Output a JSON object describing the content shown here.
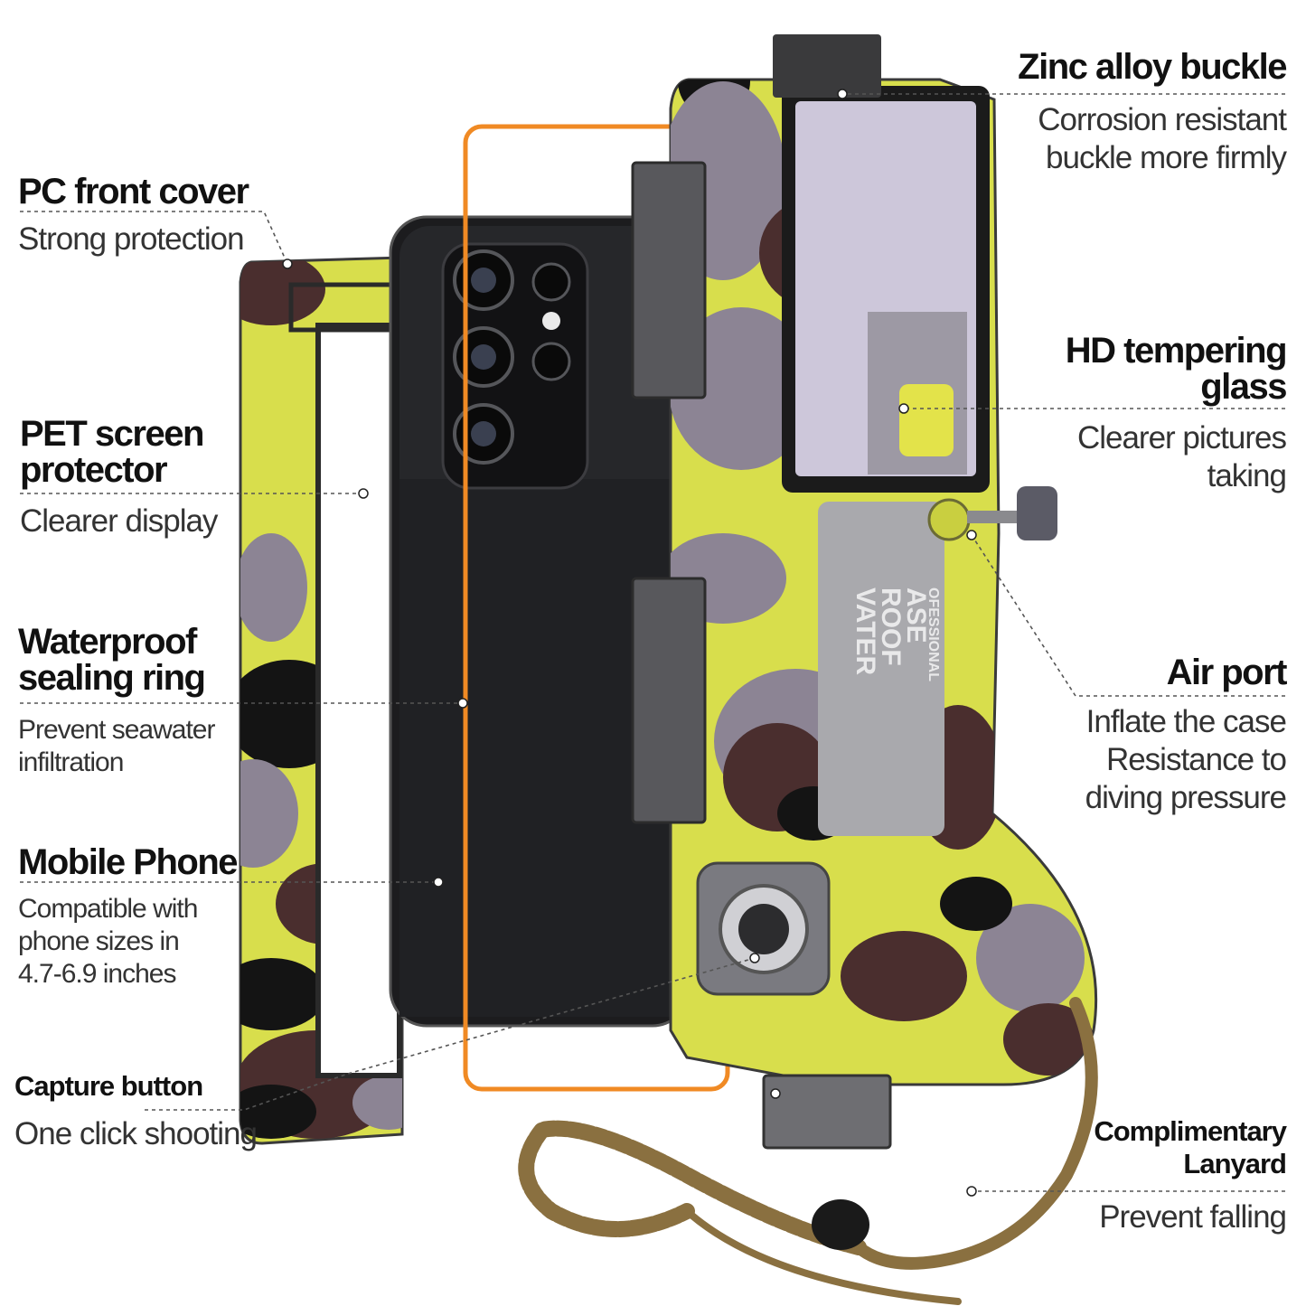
{
  "product": {
    "case_print": [
      "VATER",
      "ROOF",
      "ASE",
      "OFESSIONAL"
    ],
    "colors": {
      "camo_yellow": "#d8de4c",
      "camo_purple": "#8c8494",
      "camo_brown": "#4a2e2e",
      "camo_black": "#141414",
      "sealing_ring": "#f08a24",
      "lanyard": "#8a7040",
      "phone_black": "#1c1c1e"
    }
  },
  "callouts": {
    "zinc_alloy_buckle": {
      "title": "Zinc alloy buckle",
      "desc": [
        "Corrosion resistant",
        "buckle more firmly"
      ]
    },
    "pc_front_cover": {
      "title": "PC front cover",
      "desc": [
        "Strong protection"
      ]
    },
    "hd_tempering_glass": {
      "title": [
        "HD tempering",
        "glass"
      ],
      "desc": [
        "Clearer pictures",
        "taking"
      ]
    },
    "pet_screen_protector": {
      "title": [
        "PET screen",
        "protector"
      ],
      "desc": [
        "Clearer display"
      ]
    },
    "air_port": {
      "title": "Air port",
      "desc": [
        "Inflate the case",
        "Resistance to",
        "diving pressure"
      ]
    },
    "waterproof_sealing_ring": {
      "title": [
        "Waterproof",
        "sealing ring"
      ],
      "desc": [
        "Prevent seawater",
        "infiltration"
      ]
    },
    "mobile_phone": {
      "title": "Mobile Phone",
      "desc": [
        "Compatible with",
        "phone sizes in",
        "4.7-6.9 inches"
      ]
    },
    "capture_button": {
      "title": "Capture button",
      "desc": [
        "One click shooting"
      ]
    },
    "complimentary_lanyard": {
      "title": [
        "Complimentary",
        "Lanyard"
      ],
      "desc": [
        "Prevent falling"
      ]
    }
  }
}
